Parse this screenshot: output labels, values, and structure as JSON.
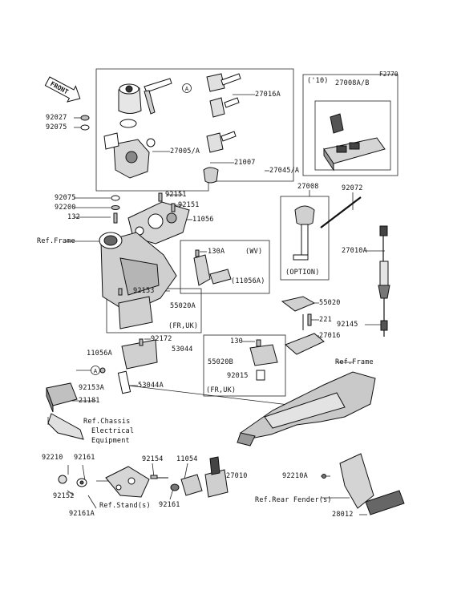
{
  "figure_code": "F2770",
  "front_label": "FRONT",
  "parts": {
    "p92027": "92027",
    "p92075a": "92075",
    "p92075b": "92075",
    "p92200": "92200",
    "p132": "132",
    "p92151a": "92151",
    "p92151b": "92151",
    "p11056": "11056",
    "p27016A": "27016A",
    "p27005A": "27005/A",
    "p21007": "21007",
    "p27045A": "27045/A",
    "year10": "('10)",
    "p27008AB": "27008A/B",
    "p27008": "27008",
    "p92072": "92072",
    "p27010A": "27010A",
    "p92145": "92145",
    "option": "(OPTION)",
    "p130A": "130A",
    "wv": "(WV)",
    "p11056A_inner": "(11056A)",
    "p92153": "92153",
    "p55020A": "55020A",
    "fr_uk_1": "(FR,UK)",
    "p92172": "92172",
    "p53044": "53044",
    "p11056A": "11056A",
    "p92153A": "92153A",
    "p53044A": "53044A",
    "p21181": "21181",
    "p55020": "55020",
    "p221": "221",
    "p27016": "27016",
    "p130": "130",
    "p55020B": "55020B",
    "p92015": "92015",
    "fr_uk_2": "(FR,UK)",
    "p92210": "92210",
    "p92161a": "92161",
    "p92152": "92152",
    "p92161A": "92161A",
    "p92154": "92154",
    "p11054": "11054",
    "p27010": "27010",
    "p92161b": "92161",
    "p92210A": "92210A",
    "p28012": "28012",
    "callout_A": "A"
  },
  "refs": {
    "frame_left": "Ref.Frame",
    "frame_right": "Ref.Frame",
    "chassis_1": "Ref.Chassis",
    "chassis_2": "Electrical",
    "chassis_3": "Equipment",
    "stand": "Ref.Stand(s)",
    "rear_fender": "Ref.Rear Fender(s)"
  }
}
